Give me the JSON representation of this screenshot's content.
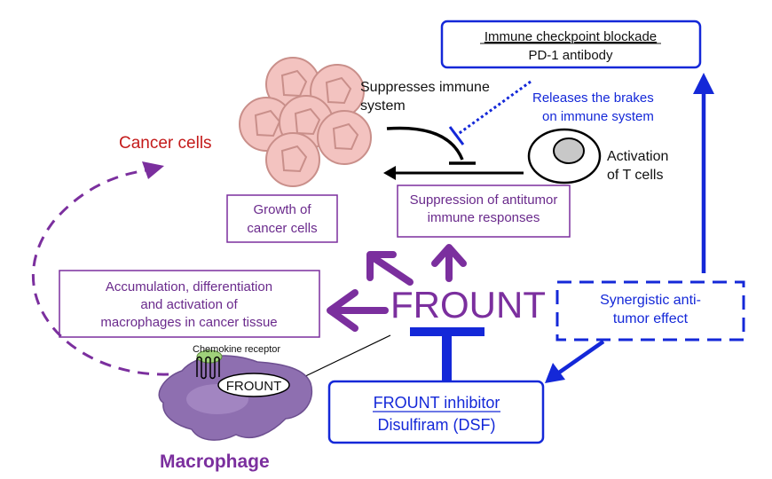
{
  "colors": {
    "purple": "#7b2f9e",
    "purple_text": "#6a2a8c",
    "blue": "#1428d8",
    "red": "#c41a1a",
    "cell_fill": "#f3c3c0",
    "cell_stroke": "#c98f8a",
    "macrophage": "#8e6fb0",
    "receptor": "#9fd17a"
  },
  "labels": {
    "checkpoint_title": "Immune checkpoint blockade",
    "checkpoint_sub": "PD-1 antibody",
    "suppresses_1": "Suppresses immune",
    "suppresses_2": "system",
    "releases_1": "Releases the brakes",
    "releases_2": "on immune system",
    "cancer_cells": "Cancer cells",
    "activation_1": "Activation",
    "activation_2": "of T cells",
    "suppression_1": "Suppression of antitumor",
    "suppression_2": "immune responses",
    "growth_1": "Growth of",
    "growth_2": "cancer cells",
    "accum_1": "Accumulation, differentiation",
    "accum_2": "and activation of",
    "accum_3": "macrophages in cancer tissue",
    "frount_main": "FROUNT",
    "synergy_1": "Synergistic anti-",
    "synergy_2": "tumor effect",
    "chemokine_receptor": "Chemokine receptor",
    "frount_small": "FROUNT",
    "inhibitor_title": "FROUNT inhibitor",
    "inhibitor_sub": "Disulfiram (DSF)",
    "macrophage": "Macrophage"
  }
}
